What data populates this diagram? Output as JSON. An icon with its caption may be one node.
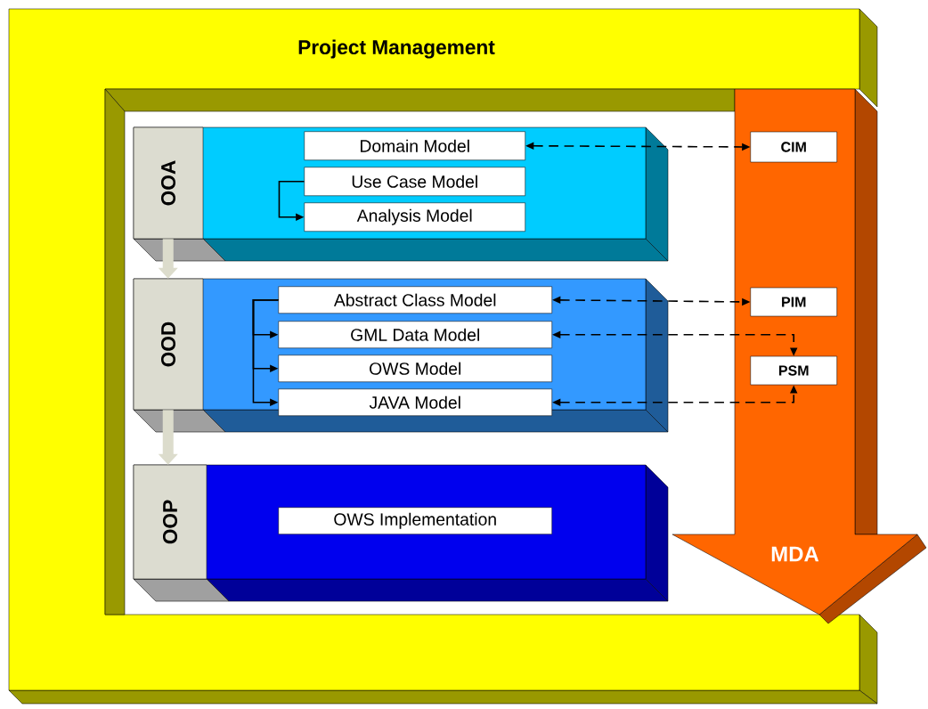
{
  "diagram": {
    "nodes": [
      {
        "text": [
          "Project Management"
        ]
      },
      {
        "text": [
          "MDA"
        ]
      },
      {
        "text": [
          "OOA"
        ]
      },
      {
        "text": [
          "Domain Model"
        ],
        "in": 2
      },
      {
        "text": [
          "Use Case Model"
        ],
        "in": 2
      },
      {
        "text": [
          "Analysis Model"
        ],
        "in": 2
      },
      {
        "text": [
          "OOD"
        ]
      },
      {
        "text": [
          "Abstract Class Model"
        ],
        "in": 6
      },
      {
        "text": [
          "GML Data Model"
        ],
        "in": 6
      },
      {
        "text": [
          "OWS Model"
        ],
        "in": 6
      },
      {
        "text": [
          "JAVA Model"
        ],
        "in": 6
      },
      {
        "text": [
          "OOP"
        ]
      },
      {
        "text": [
          "OWS Implementation"
        ],
        "in": 11
      },
      {
        "text": [
          "CIM"
        ],
        "in": 1
      },
      {
        "text": [
          "PIM"
        ],
        "in": 1
      },
      {
        "text": [
          "PSM"
        ],
        "in": 1
      }
    ],
    "edges": [
      {
        "from": 2,
        "to": 6,
        "arrow": "to",
        "style": "thick",
        "color": "#dcdccc"
      },
      {
        "from": 6,
        "to": 11,
        "arrow": "to",
        "style": "thick",
        "color": "#dcdccc"
      },
      {
        "from": 4,
        "to": 5,
        "arrow": "to"
      },
      {
        "from": 7,
        "to": 8,
        "arrow": "to"
      },
      {
        "from": 7,
        "to": 9,
        "arrow": "to"
      },
      {
        "from": 7,
        "to": 10,
        "arrow": "to"
      },
      {
        "from": 3,
        "to": 13,
        "arrow": "both",
        "style": "dashed"
      },
      {
        "from": 7,
        "to": 14,
        "arrow": "both",
        "style": "dashed"
      },
      {
        "from": 8,
        "to": 15,
        "arrow": "both",
        "style": "dashed"
      },
      {
        "from": 10,
        "to": 15,
        "arrow": "both",
        "style": "dashed"
      }
    ]
  }
}
